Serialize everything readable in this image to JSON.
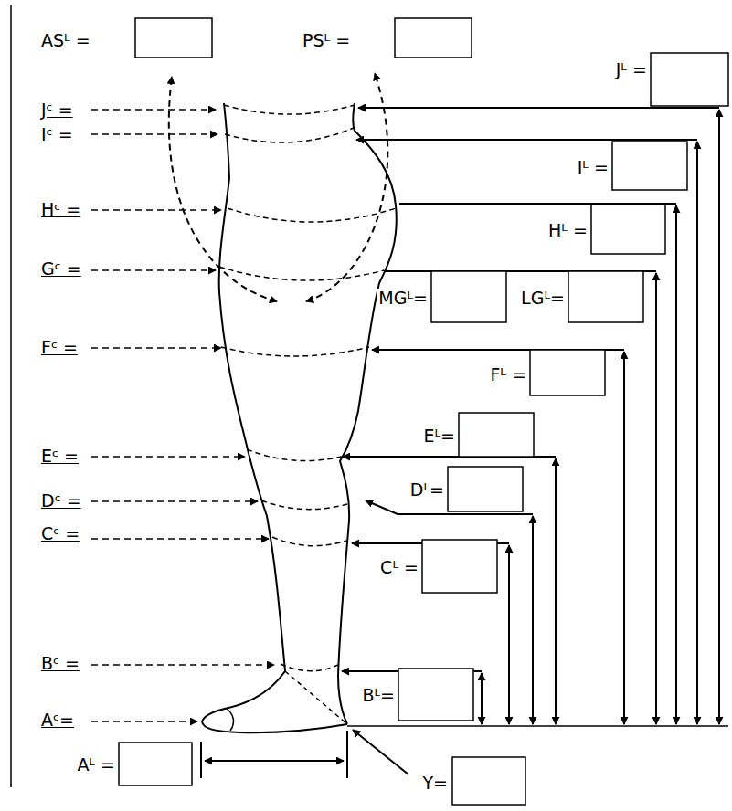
{
  "diagram": {
    "labels": [
      "ASᴸ =",
      "PSᴸ =",
      "Jᴸ =",
      "Jᶜ =",
      "Iᶜ =",
      "Iᴸ =",
      "Hᶜ =",
      "Hᴸ =",
      "Gᶜ =",
      "MGᴸ=",
      "LGᴸ=",
      "Fᶜ =",
      "Fᴸ =",
      "Eᶜ =",
      "Eᴸ=",
      "Dᶜ =",
      "Dᴸ=",
      "Cᶜ =",
      "Cᴸ =",
      "Bᶜ =",
      "Bᴸ=",
      "Aᶜ=",
      "Aᴸ =",
      "Y="
    ]
  }
}
